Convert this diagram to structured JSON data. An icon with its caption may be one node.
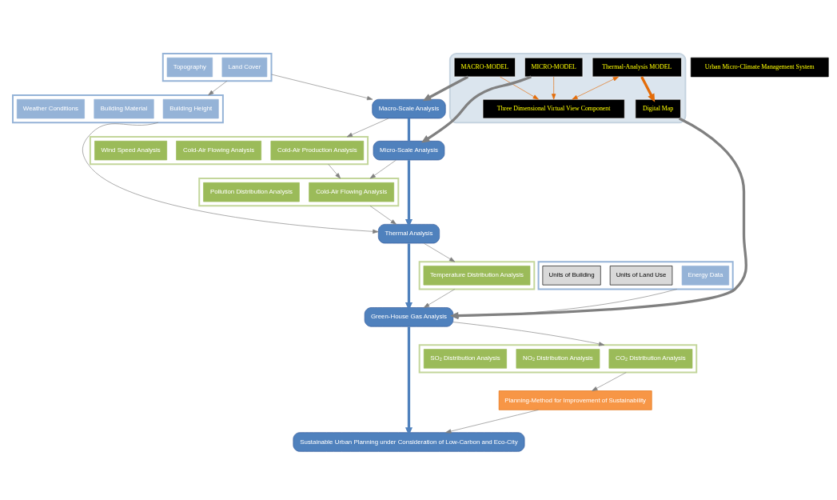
{
  "diagram": {
    "nodes": [
      {
        "text": [],
        "shape": "box"
      },
      {
        "text": [
          "Land Cover"
        ],
        "in": 0
      },
      {
        "text": [
          "Topography"
        ],
        "in": 0
      },
      {
        "text": [],
        "shape": "box"
      },
      {
        "text": [
          "Building Height"
        ],
        "in": 3
      },
      {
        "text": [
          "Building Material"
        ],
        "in": 3
      },
      {
        "text": [
          "Weather Conditions"
        ],
        "in": 3
      },
      {
        "text": [],
        "shape": "box"
      },
      {
        "text": [
          "Energy Data"
        ],
        "in": 7
      },
      {
        "text": [
          "Units of Land Use"
        ],
        "in": 7
      },
      {
        "text": [
          "Units of Building"
        ],
        "in": 7
      },
      {
        "text": [],
        "shape": "pentagon"
      },
      {
        "text": [
          "Three Dimensional Virtual View Component"
        ],
        "in": 11
      },
      {
        "text": [
          "MACRO-MODEL"
        ],
        "in": 11
      },
      {
        "text": [
          "MICRO-MODEL"
        ],
        "in": 11
      },
      {
        "text": [
          "Thermal-Analysis MODEL"
        ],
        "in": 11
      },
      {
        "text": [
          "Digital Map"
        ],
        "in": 11
      },
      {
        "text": [
          "Urban Micro-Climate Management System"
        ]
      },
      {
        "text": [
          "Macro-Scale Analysis"
        ]
      },
      {
        "text": [
          "Micro-Scale Analysis"
        ]
      },
      {
        "text": [
          "Thermal Analysis"
        ]
      },
      {
        "text": [
          "Green-House Gas Analysis"
        ]
      },
      {
        "text": [
          "Sustainable Urban Planning under Consideration of Low-Carbon and Eco-City"
        ]
      },
      {
        "text": [],
        "shape": "box"
      },
      {
        "text": [
          "Cold-Air Production Analysis"
        ],
        "in": 23
      },
      {
        "text": [
          "Cold-Air Flowing Analysis"
        ],
        "in": 23
      },
      {
        "text": [
          "Wind Speed Analysis"
        ],
        "in": 23
      },
      {
        "text": [],
        "shape": "box"
      },
      {
        "text": [
          "Cold-Air Flowing Analysis"
        ],
        "in": 27
      },
      {
        "text": [
          "Pollution Distribution Analysis"
        ],
        "in": 27
      },
      {
        "text": [],
        "shape": "box"
      },
      {
        "text": [
          "Temperature Distribution Analysis"
        ],
        "in": 30
      },
      {
        "text": [],
        "shape": "box"
      },
      {
        "text": [
          "CO₂ Distribution Analysis"
        ],
        "in": 32
      },
      {
        "text": [
          "NO₂ Distribution Analysis"
        ],
        "in": 32
      },
      {
        "text": [
          "SO₂ Distribution Analysis"
        ],
        "in": 32
      },
      {
        "text": [
          "Planning-Method for Improvement of Sustainability"
        ]
      }
    ],
    "edges": [
      {
        "from": 0,
        "to": 18,
        "arrow": "to"
      },
      {
        "from": 0,
        "to": 3,
        "arrow": "to"
      },
      {
        "from": 3,
        "to": 20,
        "arrow": "to"
      },
      {
        "from": 7,
        "to": 21,
        "arrow": "to"
      },
      {
        "from": 13,
        "to": 12,
        "arrow": "to",
        "color": "#e36c09"
      },
      {
        "from": 14,
        "to": 12,
        "arrow": "to",
        "color": "#e36c09"
      },
      {
        "from": 13,
        "to": 18,
        "arrow": "to",
        "style": "thick"
      },
      {
        "from": 14,
        "to": 19,
        "arrow": "to",
        "style": "thick"
      },
      {
        "from": 15,
        "to": 12,
        "arrow": "both",
        "color": "#e36c09"
      },
      {
        "from": 15,
        "to": 16,
        "arrow": "to",
        "style": "thick",
        "color": "#e36c09"
      },
      {
        "from": 16,
        "to": 21,
        "arrow": "to",
        "style": "thick"
      },
      {
        "from": 18,
        "to": 23,
        "arrow": "to"
      },
      {
        "from": 18,
        "to": 19,
        "arrow": "none",
        "style": "thick",
        "color": "#4f81bd"
      },
      {
        "from": 19,
        "to": 20,
        "arrow": "to",
        "style": "thick",
        "color": "#4f81bd"
      },
      {
        "from": 20,
        "to": 21,
        "arrow": "to",
        "style": "thick",
        "color": "#4f81bd"
      },
      {
        "from": 21,
        "to": 22,
        "arrow": "to",
        "style": "thick",
        "color": "#4f81bd"
      },
      {
        "from": 19,
        "to": 27,
        "arrow": "to"
      },
      {
        "from": 20,
        "to": 30,
        "arrow": "to"
      },
      {
        "from": 21,
        "to": 32,
        "arrow": "to"
      },
      {
        "from": 23,
        "to": 27,
        "arrow": "to"
      },
      {
        "from": 27,
        "to": 20,
        "arrow": "to"
      },
      {
        "from": 30,
        "to": 21,
        "arrow": "to"
      },
      {
        "from": 32,
        "to": 36,
        "arrow": "to"
      },
      {
        "from": 36,
        "to": 22,
        "arrow": "to"
      }
    ]
  }
}
